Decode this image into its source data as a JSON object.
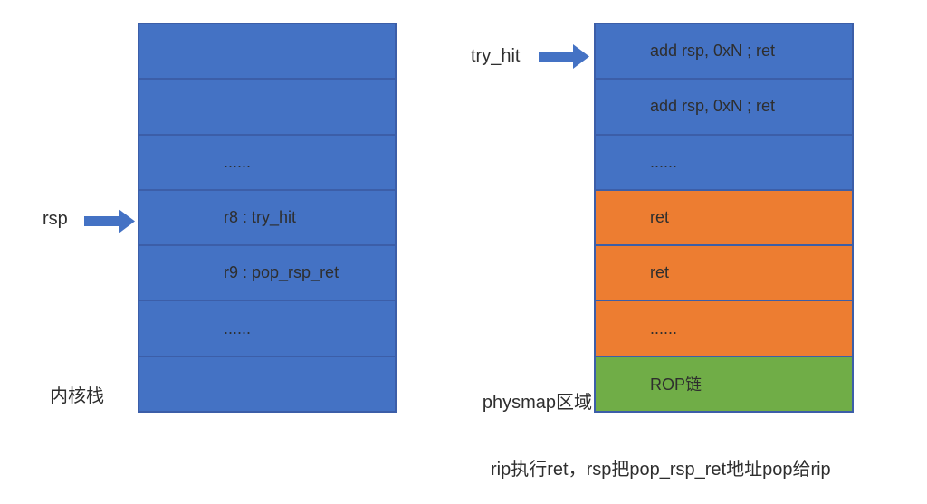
{
  "diagram": {
    "left_stack": {
      "label": "内核栈",
      "pointer_label": "rsp",
      "rows": [
        "",
        "",
        "......",
        "r8 : try_hit",
        "r9 : pop_rsp_ret",
        "......",
        ""
      ]
    },
    "right_stack": {
      "label": "physmap区域",
      "pointer_label": "try_hit",
      "rows": [
        {
          "text": "add rsp, 0xN ; ret",
          "color": "blue"
        },
        {
          "text": "add rsp, 0xN ; ret",
          "color": "blue"
        },
        {
          "text": "......",
          "color": "blue"
        },
        {
          "text": "ret",
          "color": "orange"
        },
        {
          "text": "ret",
          "color": "orange"
        },
        {
          "text": "......",
          "color": "orange"
        },
        {
          "text": "ROP链",
          "color": "green"
        }
      ]
    },
    "caption": "rip执行ret，rsp把pop_rsp_ret地址pop给rip",
    "colors": {
      "blue": "#4472C4",
      "orange": "#ED7D31",
      "green": "#70AD47",
      "border": "#3C5EA8",
      "arrow": "#4472C4"
    }
  }
}
